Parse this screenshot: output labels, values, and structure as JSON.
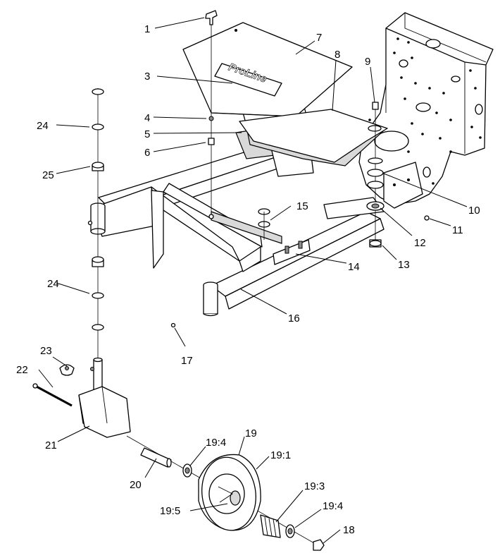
{
  "figure": {
    "logo_text": "ProLine",
    "callouts": [
      {
        "id": "c1",
        "label": "1"
      },
      {
        "id": "c3",
        "label": "3"
      },
      {
        "id": "c4",
        "label": "4"
      },
      {
        "id": "c5",
        "label": "5"
      },
      {
        "id": "c6",
        "label": "6"
      },
      {
        "id": "c7",
        "label": "7"
      },
      {
        "id": "c8",
        "label": "8"
      },
      {
        "id": "c9",
        "label": "9"
      },
      {
        "id": "c10",
        "label": "10"
      },
      {
        "id": "c11",
        "label": "11"
      },
      {
        "id": "c12",
        "label": "12"
      },
      {
        "id": "c13",
        "label": "13"
      },
      {
        "id": "c14",
        "label": "14"
      },
      {
        "id": "c15",
        "label": "15"
      },
      {
        "id": "c16",
        "label": "16"
      },
      {
        "id": "c17",
        "label": "17"
      },
      {
        "id": "c18",
        "label": "18"
      },
      {
        "id": "c19",
        "label": "19"
      },
      {
        "id": "c19_1",
        "label": "19:1"
      },
      {
        "id": "c19_3",
        "label": "19:3"
      },
      {
        "id": "c19_4a",
        "label": "19:4"
      },
      {
        "id": "c19_4b",
        "label": "19:4"
      },
      {
        "id": "c19_5",
        "label": "19:5"
      },
      {
        "id": "c20",
        "label": "20"
      },
      {
        "id": "c21",
        "label": "21"
      },
      {
        "id": "c22",
        "label": "22"
      },
      {
        "id": "c23",
        "label": "23"
      },
      {
        "id": "c24a",
        "label": "24"
      },
      {
        "id": "c24b",
        "label": "24"
      },
      {
        "id": "c25",
        "label": "25"
      }
    ]
  }
}
